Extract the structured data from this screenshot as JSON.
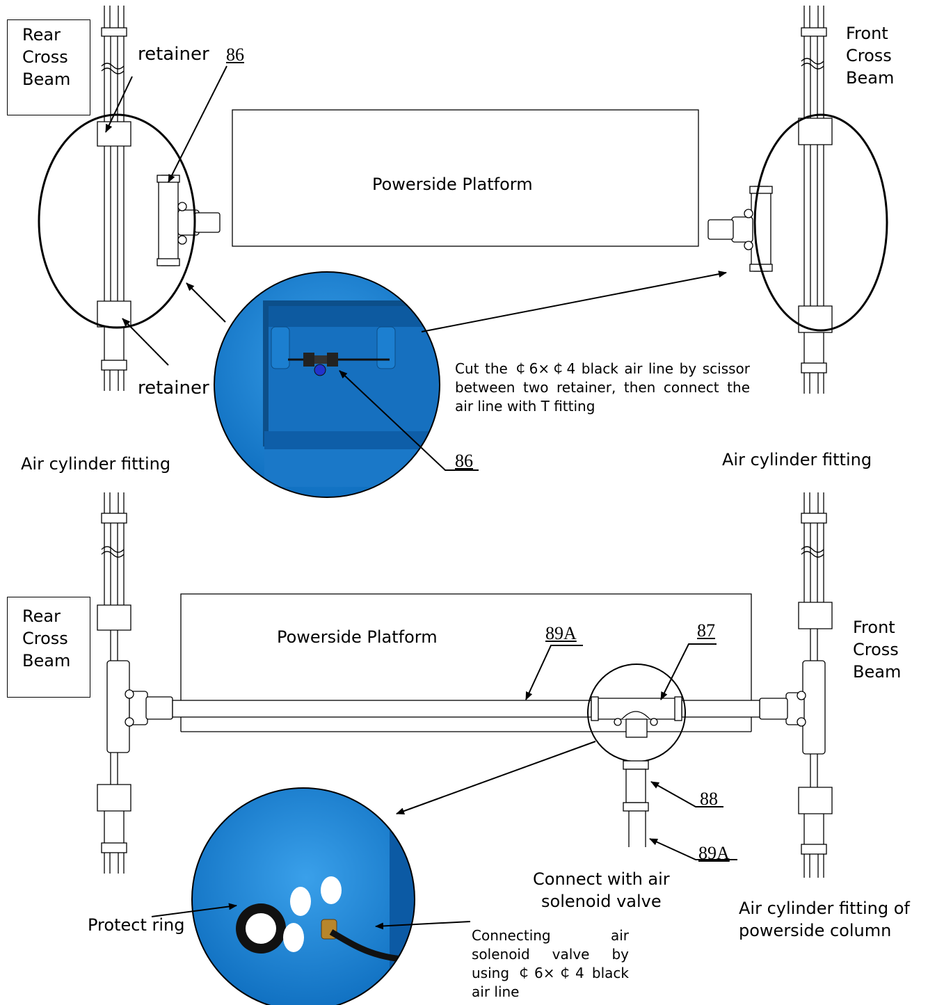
{
  "top": {
    "rear_beam": "Rear\nCross\nBeam",
    "front_beam": "Front\nCross\nBeam",
    "retainer_top": "retainer",
    "retainer_bottom": "retainer",
    "part_86_top": "86",
    "part_86_photo": "86",
    "platform": "Powerside Platform",
    "instruction": "Cut the ￠6×￠4 black air line by scissor between two retainer, then connect the air line with T fitting",
    "fitting_left": "Air cylinder fitting",
    "fitting_right": "Air cylinder fitting"
  },
  "bottom": {
    "rear_beam": "Rear\nCross\nBeam",
    "front_beam": "Front\nCross\nBeam",
    "platform": "Powerside Platform",
    "part_89a_top": "89A",
    "part_87": "87",
    "part_88": "88",
    "part_89a_bottom": "89A",
    "connect_valve": "Connect with air\nsolenoid valve",
    "fitting_column": "Air cylinder fitting of\npowerside column",
    "protect_ring": "Protect ring",
    "connecting_note": "Connecting air solenoid valve by using ￠6×￠4 black air line"
  },
  "colors": {
    "photo_blue": "#1e88d8",
    "line": "#000000"
  }
}
